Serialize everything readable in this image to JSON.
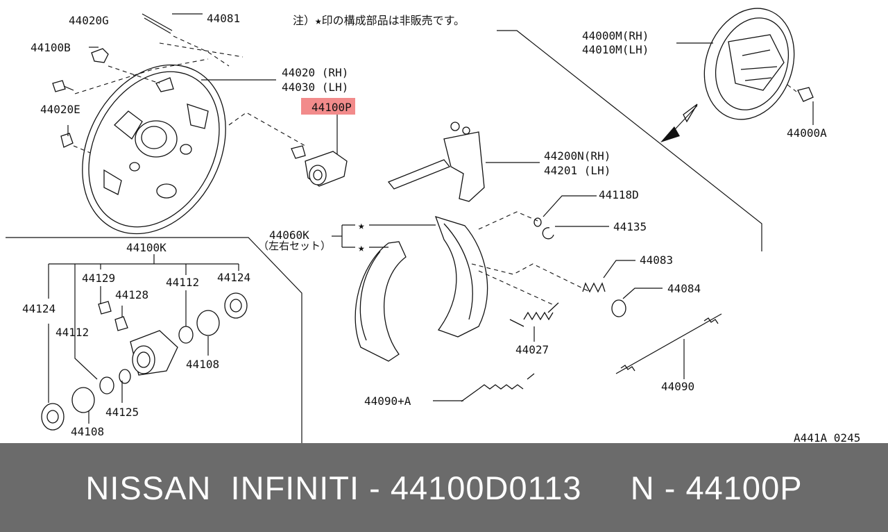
{
  "diagram": {
    "note": "注）★印の構成部品は非販売です。",
    "drawing_code": "A441A 0245",
    "highlight_color": "#f28b8b",
    "labels": {
      "p44020G": "44020G",
      "p44081": "44081",
      "p44100B": "44100B",
      "p44020rh": "44020 (RH)",
      "p44030lh": "44030 (LH)",
      "p44020E": "44020E",
      "p44100P": "44100P",
      "p44000M": "44000M(RH)",
      "p44010M": "44010M(LH)",
      "p44000A": "44000A",
      "p44200N": "44200N(RH)",
      "p44201": "44201  (LH)",
      "p44118D": "44118D",
      "p44135": "44135",
      "p44060K": "44060K",
      "p44060K_sub": "（左右セット）",
      "p44083": "44083",
      "p44084": "44084",
      "p44027": "44027",
      "p44090": "44090",
      "p44090A": "44090+A",
      "p44100K": "44100K",
      "p44129": "44129",
      "p44112a": "44112",
      "p44124a": "44124",
      "p44128": "44128",
      "p44124b": "44124",
      "p44112b": "44112",
      "p44108a": "44108",
      "p44125": "44125",
      "p44108b": "44108",
      "star": "★"
    }
  },
  "footer": {
    "text": "NISSAN  INFINITI - 44100D0113     N - 44100P"
  }
}
